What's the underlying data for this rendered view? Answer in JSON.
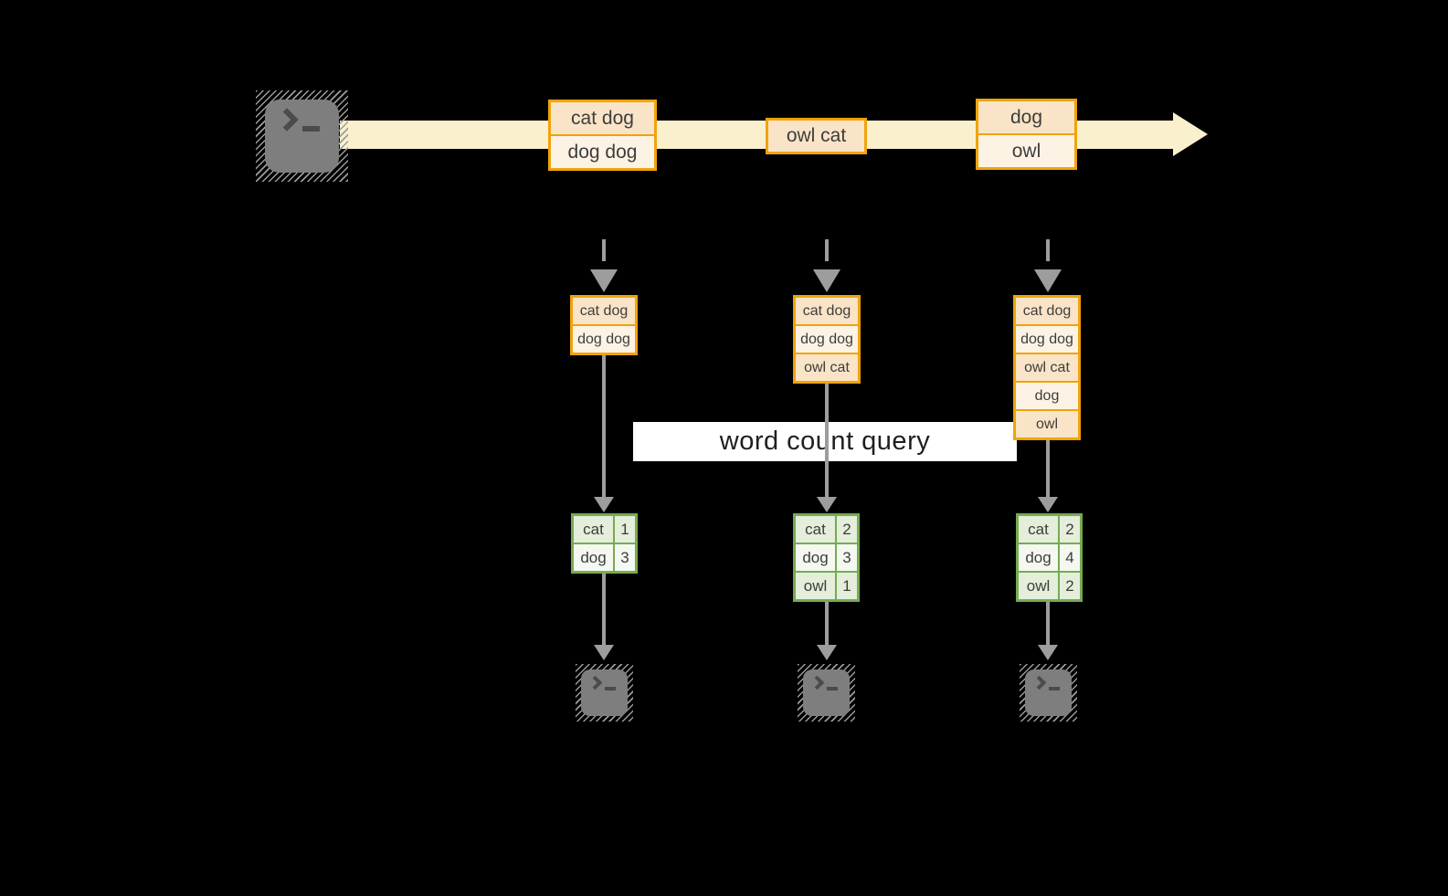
{
  "query_label": "word count query",
  "icons": {
    "terminal_prompt": "❯_"
  },
  "colors": {
    "background": "#000000",
    "stream_band": "#FBF0CD",
    "record_border": "#F0A30B",
    "record_fill_dark": "#FAE4C7",
    "record_fill_light": "#FDF3E4",
    "table_border": "#74AC52",
    "table_fill_dark": "#E4EEDB",
    "table_fill_light": "#F4F8F0",
    "arrow_gray": "#9D9D9D",
    "terminal_gray": "#7E7E7E",
    "text_dark": "#3D3D3D"
  },
  "stream": {
    "batches": [
      {
        "lines": [
          "cat dog",
          "dog dog"
        ]
      },
      {
        "lines": [
          "owl cat"
        ]
      },
      {
        "lines": [
          "dog",
          "owl"
        ]
      }
    ]
  },
  "columns": [
    {
      "input": [
        "cat dog",
        "dog dog"
      ],
      "counts": [
        {
          "word": "cat",
          "count": "1"
        },
        {
          "word": "dog",
          "count": "3"
        }
      ]
    },
    {
      "input": [
        "cat dog",
        "dog dog",
        "owl cat"
      ],
      "counts": [
        {
          "word": "cat",
          "count": "2"
        },
        {
          "word": "dog",
          "count": "3"
        },
        {
          "word": "owl",
          "count": "1"
        }
      ]
    },
    {
      "input": [
        "cat dog",
        "dog dog",
        "owl cat",
        "dog",
        "owl"
      ],
      "counts": [
        {
          "word": "cat",
          "count": "2"
        },
        {
          "word": "dog",
          "count": "4"
        },
        {
          "word": "owl",
          "count": "2"
        }
      ]
    }
  ]
}
